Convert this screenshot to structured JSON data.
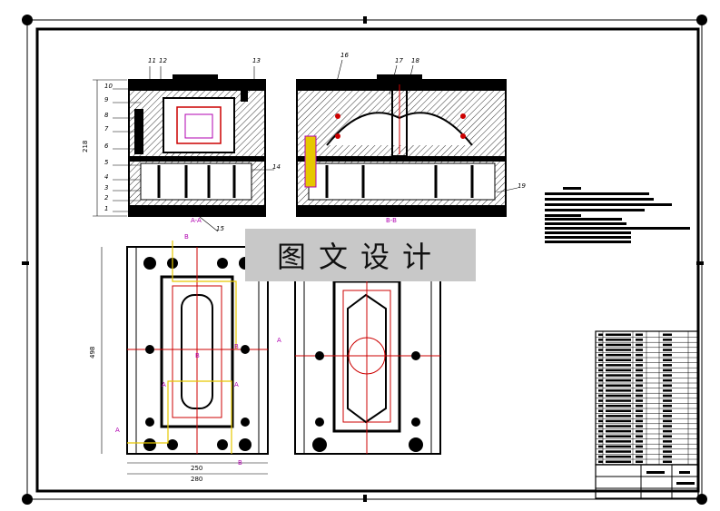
{
  "watermark": "图文设计",
  "views": {
    "left_section_label": "A-A",
    "right_section_label": "B-B"
  },
  "part_numbers_left": [
    "1",
    "2",
    "3",
    "4",
    "5",
    "6",
    "7",
    "8",
    "9",
    "10",
    "11",
    "12",
    "13",
    "14",
    "15"
  ],
  "part_numbers_right": [
    "16",
    "17",
    "18",
    "19"
  ],
  "section_marks": [
    "A",
    "A",
    "A",
    "A",
    "B",
    "B",
    "B",
    "B"
  ],
  "dimensions": {
    "left_height": "218",
    "plan_height": "498",
    "plan_inner_width": "250",
    "plan_outer_width": "280"
  },
  "colors": {
    "line": "#000000",
    "hatch": "#444444",
    "red": "#cc0000",
    "yellow": "#e6c800",
    "magenta": "#b000b0",
    "watermark_bg": "#c8c8c8"
  }
}
